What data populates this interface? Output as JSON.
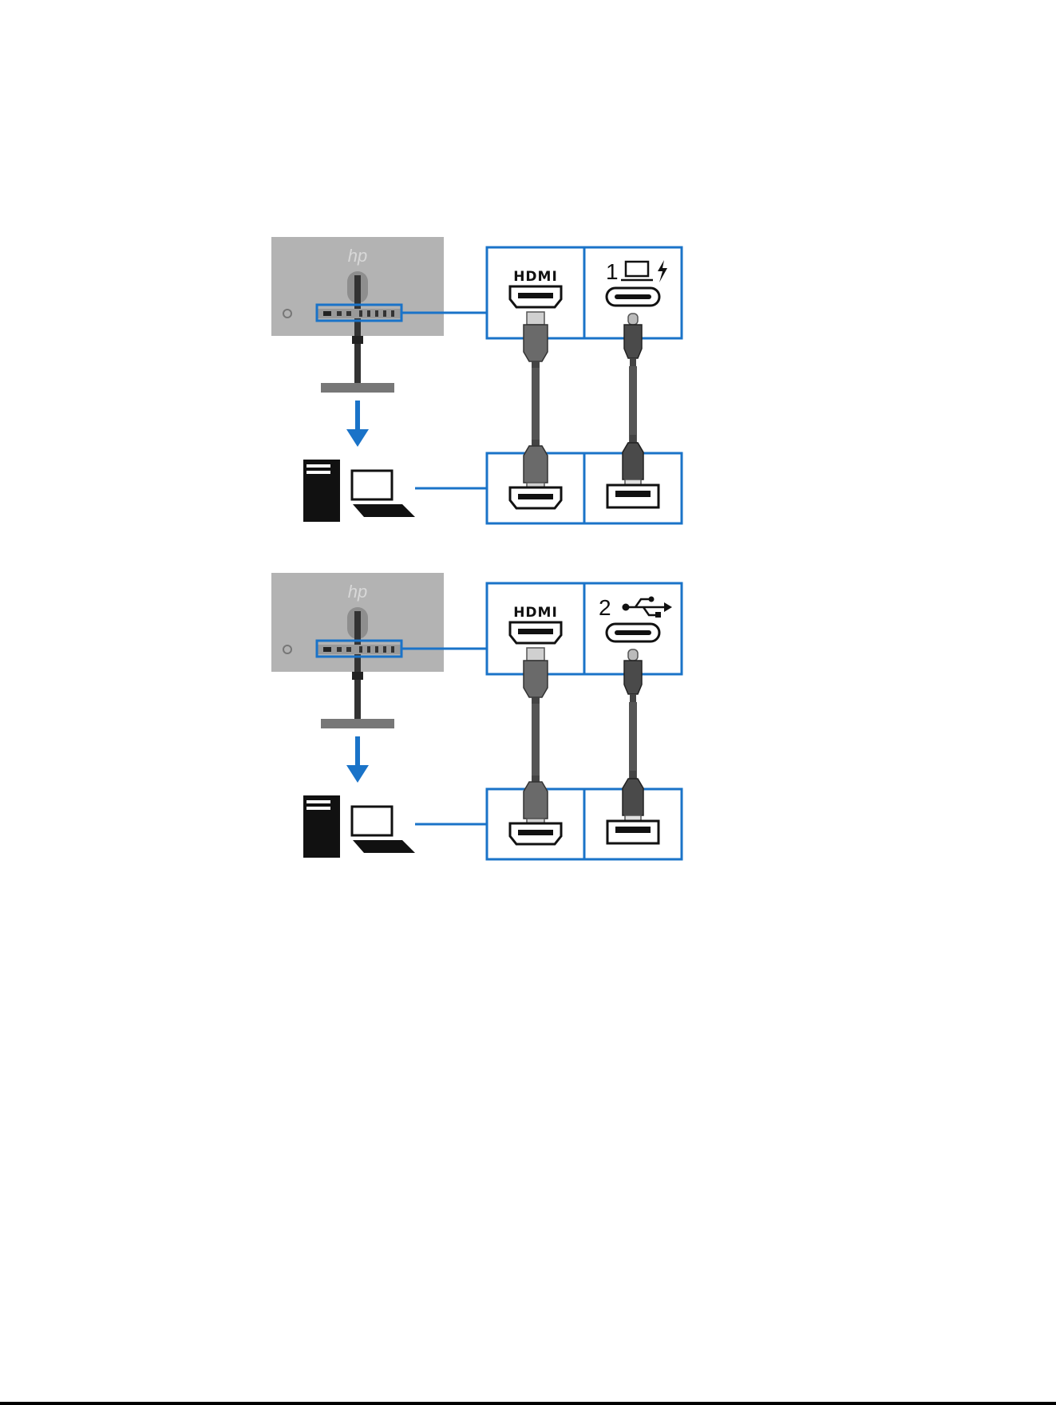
{
  "colors": {
    "accent_blue": "#1a73c8",
    "monitor_gray": "#b3b3b3",
    "cable_gray": "#555555",
    "ink": "#111111"
  },
  "icons": {
    "hp_logo": "hp-logo",
    "laptop": "laptop-icon",
    "lightning": "lightning-icon",
    "usb": "usb-icon",
    "tower": "desktop-tower-icon",
    "arrow": "arrow-down-icon"
  },
  "diagrams": [
    {
      "hdmi_label": "HDMI",
      "port_number": "1",
      "port_icon": "laptop-power-icon"
    },
    {
      "hdmi_label": "HDMI",
      "port_number": "2",
      "port_icon": "usb-icon"
    }
  ]
}
